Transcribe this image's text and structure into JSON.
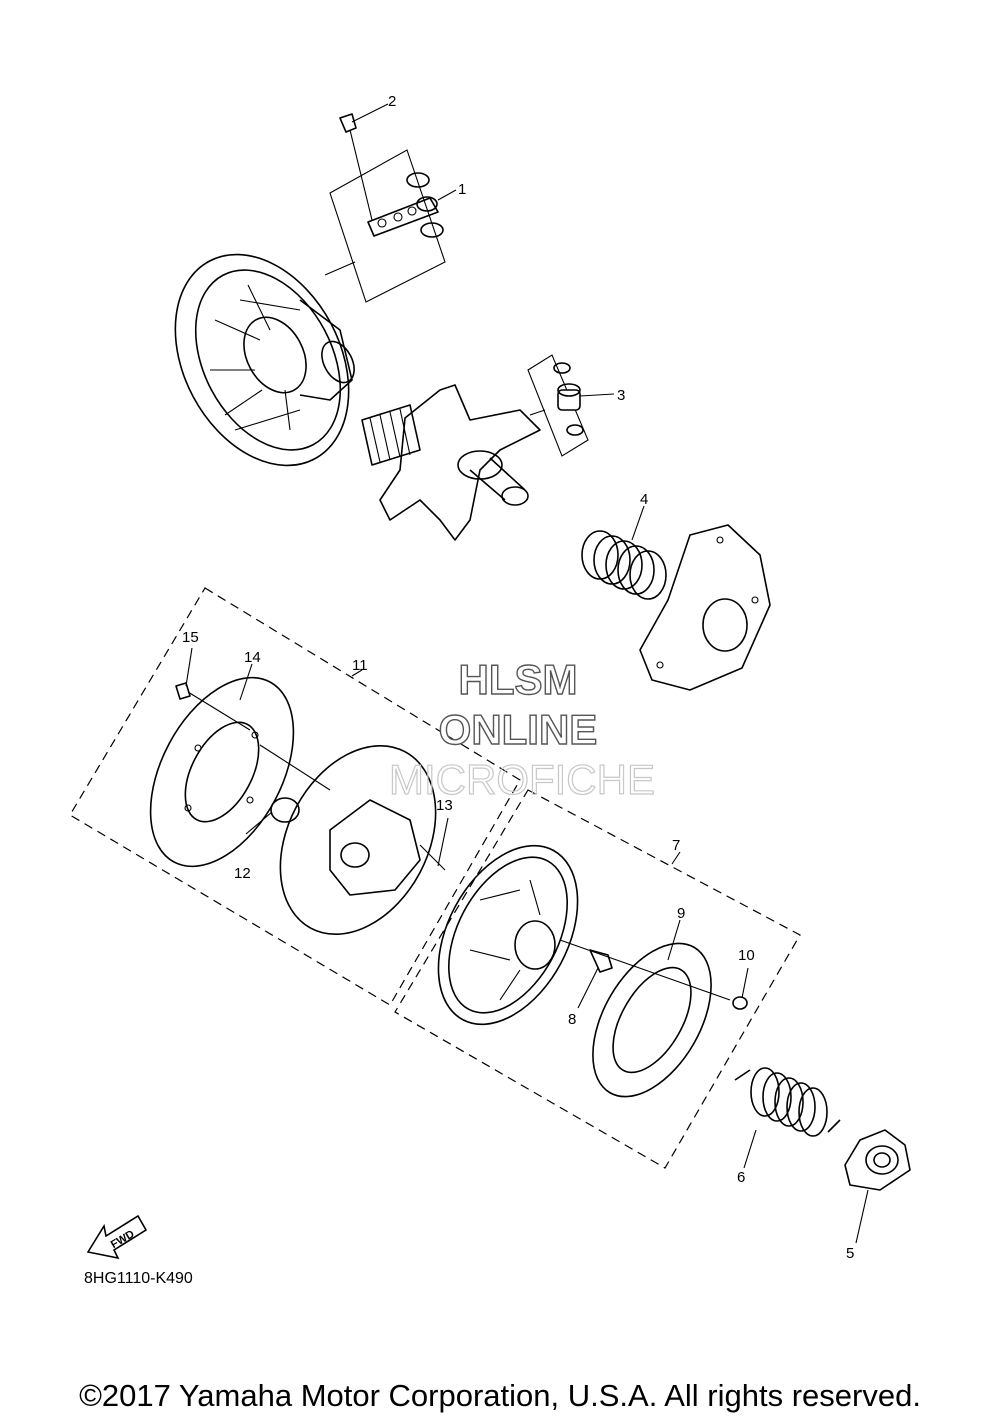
{
  "diagram": {
    "callouts": [
      "1",
      "2",
      "3",
      "4",
      "5",
      "6",
      "7",
      "8",
      "9",
      "10",
      "11",
      "12",
      "13",
      "14",
      "15"
    ],
    "fwd_label": "FWD",
    "drawing_code": "8HG1110-K490",
    "copyright": "©2017 Yamaha Motor Corporation, U.S.A. All rights reserved."
  },
  "watermark": {
    "line1": "HLSM",
    "line2": "ONLINE",
    "line3": "MICROFICHE"
  }
}
